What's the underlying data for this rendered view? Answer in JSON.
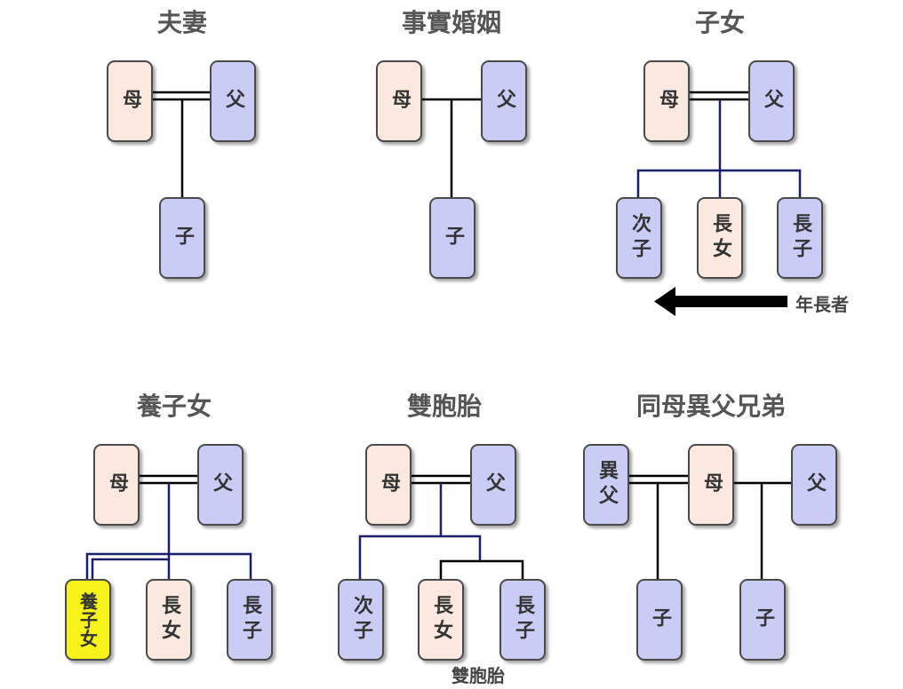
{
  "panels": {
    "couple": {
      "title": "夫妻",
      "mother": "母",
      "father": "父",
      "child": "子"
    },
    "common_law": {
      "title": "事實婚姻",
      "mother": "母",
      "father": "父",
      "child": "子"
    },
    "children": {
      "title": "子女",
      "mother": "母",
      "father": "父",
      "kids": [
        "次子",
        "長女",
        "長子"
      ],
      "arrow_label": "年長者"
    },
    "adopted": {
      "title": "養子女",
      "mother": "母",
      "father": "父",
      "kids": [
        "養子女",
        "長女",
        "長子"
      ]
    },
    "twins": {
      "title": "雙胞胎",
      "mother": "母",
      "father": "父",
      "kids": [
        "次子",
        "長女",
        "長子"
      ],
      "twin_label": "雙胞胎"
    },
    "half_siblings": {
      "title": "同母異父兄弟",
      "other_father": "異父",
      "mother": "母",
      "father": "父",
      "kids": [
        "子",
        "子"
      ]
    }
  },
  "colors": {
    "female": "#fbe8de",
    "male": "#c9cdf6",
    "adopted": "#f7f21a",
    "line": "#000000",
    "child_line": "#1b1f6b"
  }
}
